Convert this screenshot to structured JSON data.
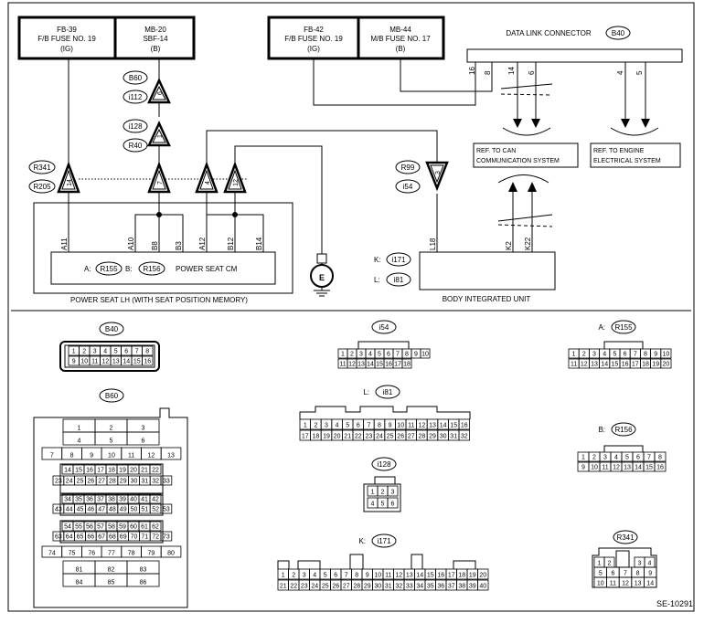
{
  "fuses": {
    "fb39": [
      "FB-39",
      "F/B FUSE NO. 19",
      "(IG)"
    ],
    "mb20": [
      "MB-20",
      "SBF-14",
      "(B)"
    ],
    "fb42": [
      "FB-42",
      "F/B FUSE NO. 19",
      "(IG)"
    ],
    "mb44": [
      "MB-44",
      "M/B FUSE NO. 17",
      "(B)"
    ]
  },
  "dlc": {
    "title": "DATA LINK CONNECTOR",
    "id": "B40",
    "pins": [
      "16",
      "8",
      "14",
      "6",
      "4",
      "5"
    ]
  },
  "ref_can": [
    "REF. TO CAN",
    "COMMUNICATION SYSTEM"
  ],
  "ref_engine": [
    "REF. TO ENGINE",
    "ELECTRICAL SYSTEM"
  ],
  "connectors": {
    "b60": "B60",
    "i112": "i112",
    "i128": "i128",
    "r40": "R40",
    "r341": "R341",
    "r205": "R205",
    "r99": "R99",
    "i54": "i54"
  },
  "junction_pins": {
    "p6": "6",
    "p1": "1",
    "p14": "14",
    "p7": "7",
    "p4": "4",
    "p12": "12",
    "p3": "3"
  },
  "seat_pins": [
    "A11",
    "A10",
    "B8",
    "B3",
    "A12",
    "B12",
    "B14"
  ],
  "seat_cm": {
    "a_label": "A:",
    "a_id": "R155",
    "b_label": "B:",
    "b_id": "R156",
    "name": "POWER SEAT CM"
  },
  "seat_caption": "POWER SEAT LH (WITH SEAT POSITION MEMORY)",
  "ground_label": "E",
  "biu": {
    "pins": [
      "L18",
      "K2",
      "K22"
    ],
    "k_label": "K:",
    "k_id": "i171",
    "l_label": "L:",
    "l_id": "i81",
    "caption": "BODY INTEGRATED UNIT"
  },
  "face": {
    "b40": {
      "id": "B40",
      "row1": [
        "1",
        "2",
        "3",
        "4",
        "5",
        "6",
        "7",
        "8"
      ],
      "row2": [
        "9",
        "10",
        "11",
        "12",
        "13",
        "14",
        "15",
        "16"
      ]
    },
    "i54": {
      "id": "i54",
      "row1": [
        "1",
        "2",
        "3",
        "4",
        "5",
        "6",
        "7",
        "8",
        "9",
        "10"
      ],
      "row2": [
        "11",
        "12",
        "13",
        "14",
        "15",
        "16",
        "17",
        "18"
      ]
    },
    "r155": {
      "prefix": "A:",
      "id": "R155",
      "row1": [
        "1",
        "2",
        "3",
        "4",
        "5",
        "6",
        "7",
        "8",
        "9",
        "10"
      ],
      "row2": [
        "11",
        "12",
        "13",
        "14",
        "15",
        "16",
        "17",
        "18",
        "19",
        "20"
      ]
    },
    "b60": {
      "id": "B60",
      "r1": [
        "1",
        "2",
        "3"
      ],
      "r2": [
        "4",
        "5",
        "6"
      ],
      "r3": [
        "7",
        "8",
        "9",
        "10",
        "11",
        "12",
        "13"
      ],
      "r4": [
        "14",
        "15",
        "16",
        "17",
        "18",
        "19",
        "20",
        "21",
        "22"
      ],
      "r5": [
        "23",
        "24",
        "25",
        "26",
        "27",
        "28",
        "29",
        "30",
        "31",
        "32",
        "33"
      ],
      "r6": [
        "34",
        "35",
        "36",
        "37",
        "38",
        "39",
        "40",
        "41",
        "42"
      ],
      "r7": [
        "43",
        "44",
        "45",
        "46",
        "47",
        "48",
        "49",
        "50",
        "51",
        "52",
        "53"
      ],
      "r8": [
        "54",
        "55",
        "56",
        "57",
        "58",
        "59",
        "60",
        "61",
        "62"
      ],
      "r9": [
        "63",
        "64",
        "65",
        "66",
        "67",
        "68",
        "69",
        "70",
        "71",
        "72",
        "73"
      ],
      "r10": [
        "74",
        "75",
        "76",
        "77",
        "78",
        "79",
        "80"
      ],
      "r11": [
        "81",
        "82",
        "83"
      ],
      "r12": [
        "84",
        "85",
        "86"
      ]
    },
    "i81": {
      "prefix": "L:",
      "id": "i81",
      "row1": [
        "1",
        "2",
        "3",
        "4",
        "5",
        "6",
        "7",
        "8",
        "9",
        "10",
        "11",
        "12",
        "13",
        "14",
        "15",
        "16"
      ],
      "row2": [
        "17",
        "18",
        "19",
        "20",
        "21",
        "22",
        "23",
        "24",
        "25",
        "26",
        "27",
        "28",
        "29",
        "30",
        "31",
        "32"
      ]
    },
    "r156": {
      "prefix": "B:",
      "id": "R156",
      "row1": [
        "1",
        "2",
        "3",
        "4",
        "5",
        "6",
        "7",
        "8"
      ],
      "row2": [
        "9",
        "10",
        "11",
        "12",
        "13",
        "14",
        "15",
        "16"
      ]
    },
    "i128": {
      "id": "i128",
      "row1": [
        "1",
        "2",
        "3"
      ],
      "row2": [
        "4",
        "5",
        "6"
      ]
    },
    "i171": {
      "prefix": "K:",
      "id": "i171",
      "row1": [
        "1",
        "2",
        "3",
        "4",
        "5",
        "6",
        "7",
        "8",
        "9",
        "10",
        "11",
        "12",
        "13",
        "14",
        "15",
        "16",
        "17",
        "18",
        "19",
        "20"
      ],
      "row2": [
        "21",
        "22",
        "23",
        "24",
        "25",
        "26",
        "27",
        "28",
        "29",
        "30",
        "31",
        "32",
        "33",
        "34",
        "35",
        "36",
        "37",
        "38",
        "39",
        "40"
      ]
    },
    "r341": {
      "id": "R341",
      "r1": [
        "1",
        "2",
        "3",
        "4"
      ],
      "r2": [
        "5",
        "6",
        "7",
        "8",
        "9"
      ],
      "r3": [
        "10",
        "11",
        "12",
        "13",
        "14"
      ]
    }
  },
  "figure_code": "SE-10291"
}
